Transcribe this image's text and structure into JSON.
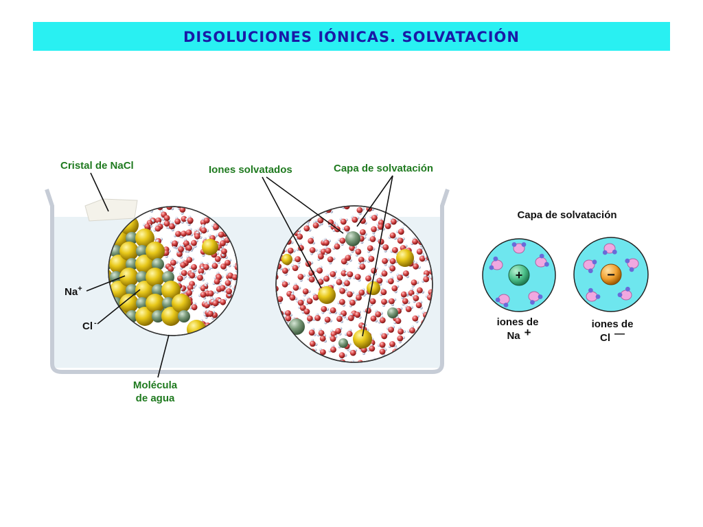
{
  "title": "DISOLUCIONES IÓNICAS. SOLVATACIÓN",
  "labels": {
    "crystal": "Cristal de NaCl",
    "solvated_ions": "Iones solvatados",
    "solvation_layer": "Capa de solvatación",
    "na": "Na",
    "na_sup": "+",
    "cl": "Cl",
    "cl_sup": "-",
    "water_line1": "Molécula",
    "water_line2": "de agua"
  },
  "panel": {
    "title": "Capa de solvatación",
    "na_line1": "iones de",
    "na_line2": "Na",
    "na_sign": "+",
    "na_center": "+",
    "cl_line1": "iones de",
    "cl_line2": "Cl",
    "cl_sign": "—",
    "cl_center": "−"
  },
  "colors": {
    "banner": "#29f0f2",
    "title_text": "#1a1aa6",
    "sodium_ion": "#e8c81a",
    "chloride_ion": "#7a9a7a",
    "oxygen": "#d94848",
    "hydrogen": "#d8dde8",
    "label_green": "#1f7a1f",
    "panel_circle": "#6ee6ee",
    "na_center": "#4cc08a",
    "cl_center": "#f0a030"
  }
}
